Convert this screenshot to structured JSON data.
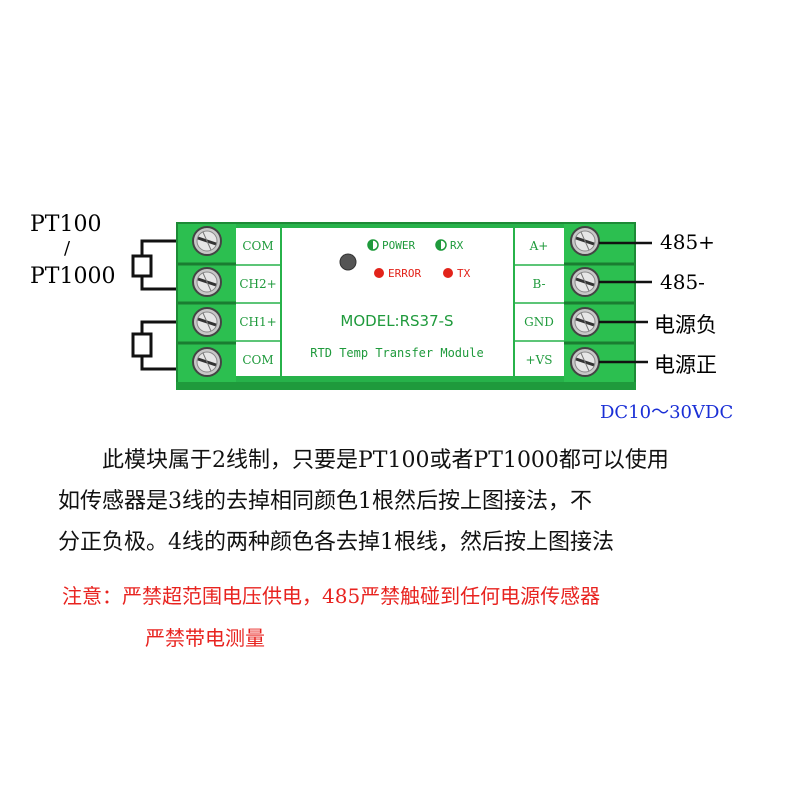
{
  "sensor_label_top": "PT100",
  "sensor_label_sep": "/",
  "sensor_label_bottom": "PT1000",
  "left_terminals": [
    "COM",
    "CH2+",
    "CH1+",
    "COM"
  ],
  "right_terminals": [
    "A+",
    "B-",
    "GND",
    "+VS"
  ],
  "indicators": {
    "power": "POWER",
    "rx": "RX",
    "error": "ERROR",
    "tx": "TX"
  },
  "model": "MODEL:RS37-S",
  "module_name": "RTD Temp Transfer Module",
  "wire_labels": [
    "485+",
    "485-",
    "电源负",
    "电源正"
  ],
  "supply": "DC10～30VDC",
  "description": [
    "此模块属于2线制，只要是PT100或者PT1000都可以使用",
    "如传感器是3线的去掉相同颜色1根然后按上图接法，不",
    "分正负极。4线的两种颜色各去掉1根线，然后按上图接法"
  ],
  "warning": [
    "注意：严禁超范围电压供电，485严禁触碰到任何电源传感器",
    "严禁带电测量"
  ],
  "colors": {
    "green": "#27b24a",
    "dark_green": "#1d8a36",
    "label_green": "#1f9a3c",
    "led_red": "#e2231a",
    "supply_blue": "#1a2fd6",
    "warning_red": "#e8231f"
  }
}
